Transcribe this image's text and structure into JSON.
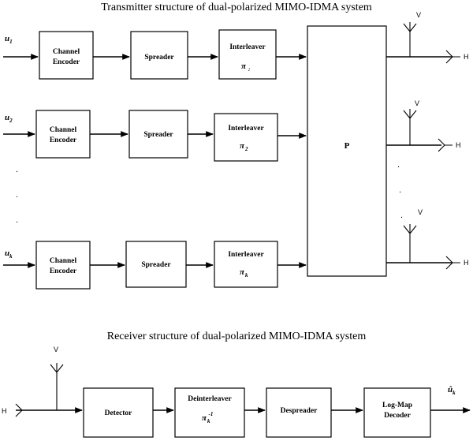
{
  "transmitter": {
    "title": "Transmitter structure of dual-polarized MIMO-IDMA system",
    "rows": [
      {
        "input": "u",
        "input_sub": "1",
        "encoder_line1": "Channel",
        "encoder_line2": "Encoder",
        "spreader": "Spreader",
        "interleaver": "Interleaver",
        "pi": "π",
        "pi_sub": ":"
      },
      {
        "input": "u",
        "input_sub": "2",
        "encoder_line1": "Channel",
        "encoder_line2": "Encoder",
        "spreader": "Spreader",
        "interleaver": "Interleaver",
        "pi": "π",
        "pi_sub": "2"
      },
      {
        "input": "u",
        "input_sub": "k",
        "encoder_line1": "Channel",
        "encoder_line2": "Encoder",
        "spreader": "Spreader",
        "interleaver": "Interleaver",
        "pi": "π",
        "pi_sub": "k"
      }
    ],
    "p_block": "P",
    "ant_v": "V",
    "ant_h": "H",
    "ellipsis": "."
  },
  "receiver": {
    "title": "Receiver structure of dual-polarized MIMO-IDMA system",
    "ant_v": "V",
    "ant_h": "H",
    "detector": "Detector",
    "deinterleaver": "Deinterleaver",
    "pi": "π",
    "pi_sub": "k",
    "pi_sup": "-1",
    "despreader": "Despreader",
    "decoder_line1": "Log-Map",
    "decoder_line2": "Decoder",
    "output": "û",
    "output_sub": "k"
  }
}
